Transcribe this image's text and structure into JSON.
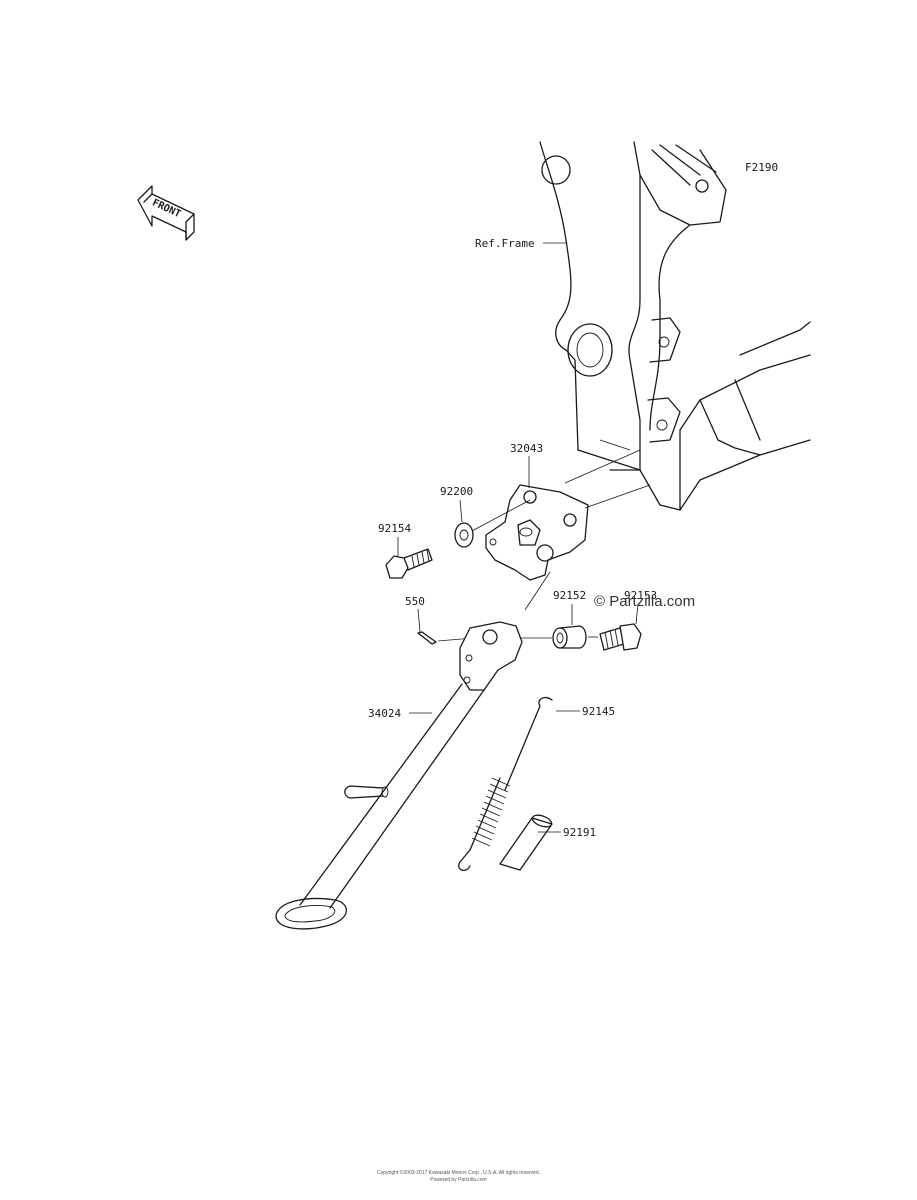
{
  "diagram": {
    "code": "F2190",
    "front_badge": "FRONT",
    "ref_label": "Ref.Frame",
    "watermark": "© Partzilla.com",
    "parts": {
      "p32043": "32043",
      "p92200": "92200",
      "p92154": "92154",
      "p550": "550",
      "p92152": "92152",
      "p92153": "92153",
      "p34024": "34024",
      "p92145": "92145",
      "p92191": "92191"
    },
    "footer_line1": "Copyright ©2003-2017 Kawasaki Motors Corp., U.S.A. All rights reserved.",
    "footer_line2": "Powered by Partzilla.com"
  }
}
